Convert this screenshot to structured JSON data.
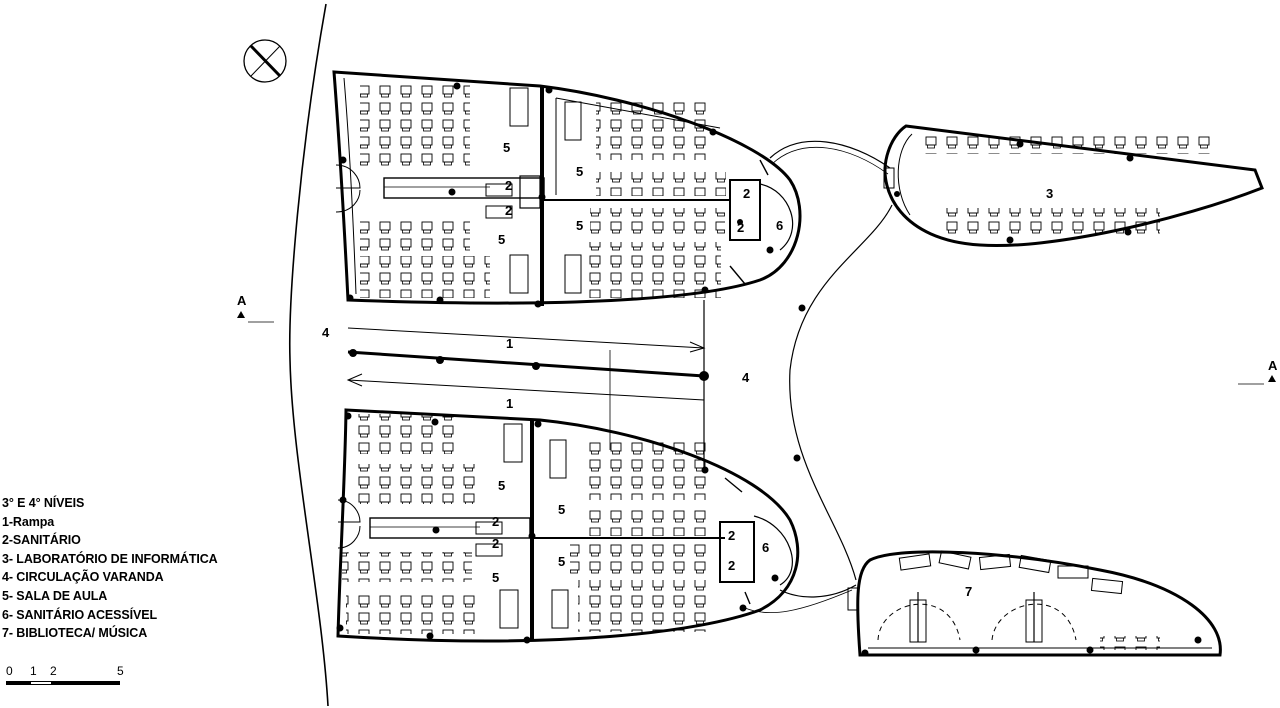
{
  "legend": {
    "title": "3° E 4° NÍVEIS",
    "items": [
      "1-Rampa",
      "2-SANITÁRIO",
      "3- LABORATÓRIO DE INFORMÁTICA",
      "4- CIRCULAÇÃO VARANDA",
      "5- SALA DE AULA",
      "6- SANITÁRIO ACESSÍVEL",
      "7- BIBLIOTECA/ MÚSICA"
    ]
  },
  "scale": {
    "ticks": [
      "0",
      "1",
      "2",
      "5"
    ]
  },
  "section_marker": "A",
  "room_numbers": {
    "classroom": "5",
    "toilet": "2",
    "accessible_toilet": "6",
    "lab": "3",
    "veranda": "4",
    "ramp": "1",
    "library": "7"
  },
  "colors": {
    "ink": "#000000",
    "paper": "#ffffff"
  },
  "icons": {
    "north": "north-arrow-icon"
  }
}
